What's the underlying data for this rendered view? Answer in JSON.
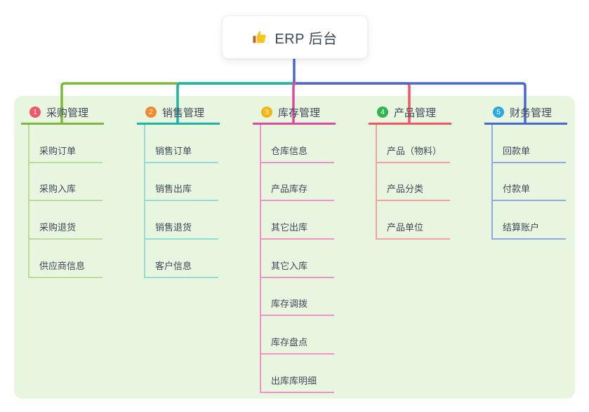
{
  "root": {
    "icon": "thumbs-up-icon",
    "title": "ERP 后台"
  },
  "colors": {
    "page_bg": "#ffffff",
    "panel_bg": "#e8f6df",
    "stem": "#4b67cf",
    "text": "#3e4a59"
  },
  "branches": [
    {
      "badge": "1",
      "label": "采购管理",
      "badge_color": "#f2566a",
      "line_color": "#7cb83e",
      "light_color": "#b9dc9b",
      "children": [
        "采购订单",
        "采购入库",
        "采购退货",
        "供应商信息"
      ]
    },
    {
      "badge": "2",
      "label": "销售管理",
      "badge_color": "#f7872f",
      "line_color": "#1eb4a5",
      "light_color": "#96dcd4",
      "children": [
        "销售订单",
        "销售出库",
        "销售退货",
        "客户信息"
      ]
    },
    {
      "badge": "3",
      "label": "库存管理",
      "badge_color": "#f9b414",
      "line_color": "#dc4b9f",
      "light_color": "#ef93c8",
      "children": [
        "仓库信息",
        "产品库存",
        "其它出库",
        "其它入库",
        "库存调拨",
        "库存盘点",
        "出库库明细"
      ]
    },
    {
      "badge": "4",
      "label": "产品管理",
      "badge_color": "#30b351",
      "line_color": "#f45560",
      "light_color": "#f79fa4",
      "children": [
        "产品（物料）",
        "产品分类",
        "产品单位"
      ]
    },
    {
      "badge": "5",
      "label": "财务管理",
      "badge_color": "#2ba9e0",
      "line_color": "#4b67cf",
      "light_color": "#93a8e2",
      "children": [
        "回款单",
        "付款单",
        "结算账户"
      ]
    }
  ]
}
